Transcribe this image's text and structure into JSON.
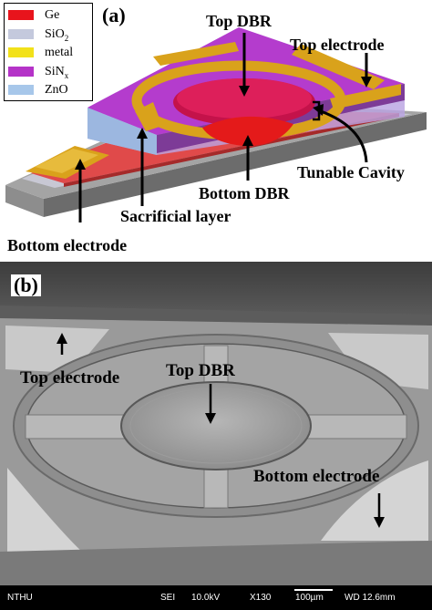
{
  "panel_a": {
    "tag": "(a)",
    "legend": [
      {
        "label": "Ge",
        "sub": "",
        "color": "#e8141c"
      },
      {
        "label": "SiO",
        "sub": "2",
        "color": "#c4c9dd"
      },
      {
        "label": "metal",
        "sub": "",
        "color": "#f2e11a"
      },
      {
        "label": "SiN",
        "sub": "x",
        "color": "#b533c8"
      },
      {
        "label": "ZnO",
        "sub": "",
        "color": "#a7c7ea"
      }
    ],
    "labels": {
      "top_dbr": "Top DBR",
      "top_electrode": "Top electrode",
      "tunable_cavity": "Tunable Cavity",
      "bottom_dbr": "Bottom DBR",
      "sacrificial_layer": "Sacrificial layer",
      "bottom_electrode": "Bottom electrode"
    }
  },
  "panel_b": {
    "tag": "(b)",
    "labels": {
      "top_electrode": "Top electrode",
      "top_dbr": "Top DBR",
      "bottom_electrode": "Bottom electrode"
    },
    "infobar": {
      "org": "NTHU",
      "mode": "SEI",
      "voltage": "10.0kV",
      "magnification": "X130",
      "scale": "100µm",
      "wd": "WD 12.6mm"
    }
  }
}
